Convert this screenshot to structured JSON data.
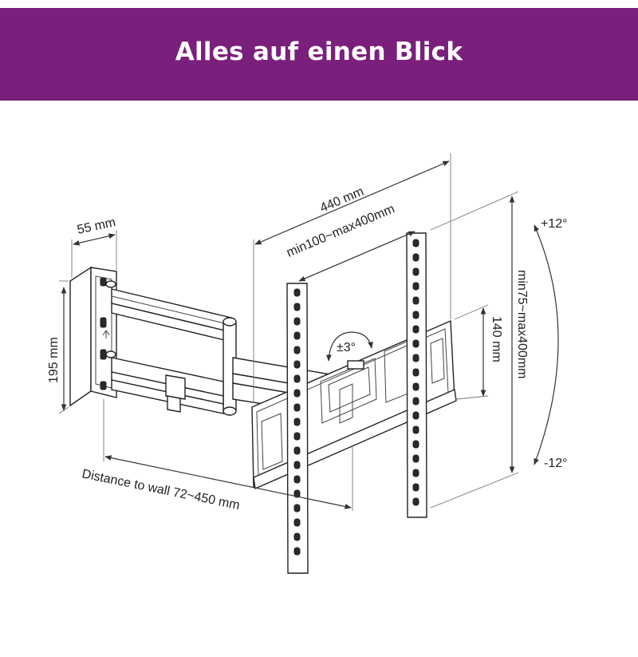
{
  "banner": {
    "title": "Alles auf einen Blick",
    "color": "#7b1f7c"
  },
  "dimensions": {
    "wall_plate_depth": "55 mm",
    "wall_plate_height": "195 mm",
    "plate_width": "440 mm",
    "vesa_horizontal": "min100~max400mm",
    "vesa_vertical": "min75~max400mm",
    "plate_height": "140 mm",
    "swivel": "±3°",
    "tilt_up": "+12°",
    "tilt_down": "-12°",
    "distance_to_wall": "Distance to wall 72~450 mm"
  }
}
